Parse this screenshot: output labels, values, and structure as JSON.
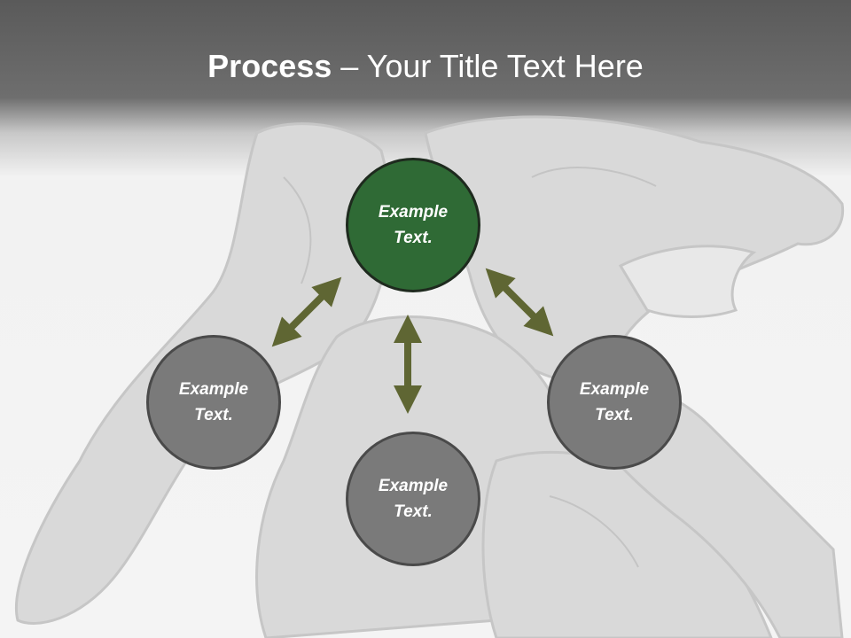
{
  "title": {
    "bold": "Process",
    "rest": " – Your Title Text Here"
  },
  "nodes": [
    {
      "label": "Example Text."
    },
    {
      "label": "Example Text."
    },
    {
      "label": "Example Text."
    },
    {
      "label": "Example Text."
    }
  ],
  "colors": {
    "accent": "#2f6a35",
    "node": "#7a7a7a",
    "arrow": "#5f6633"
  },
  "background": {
    "icon": "wolf-mascot-watermark"
  }
}
